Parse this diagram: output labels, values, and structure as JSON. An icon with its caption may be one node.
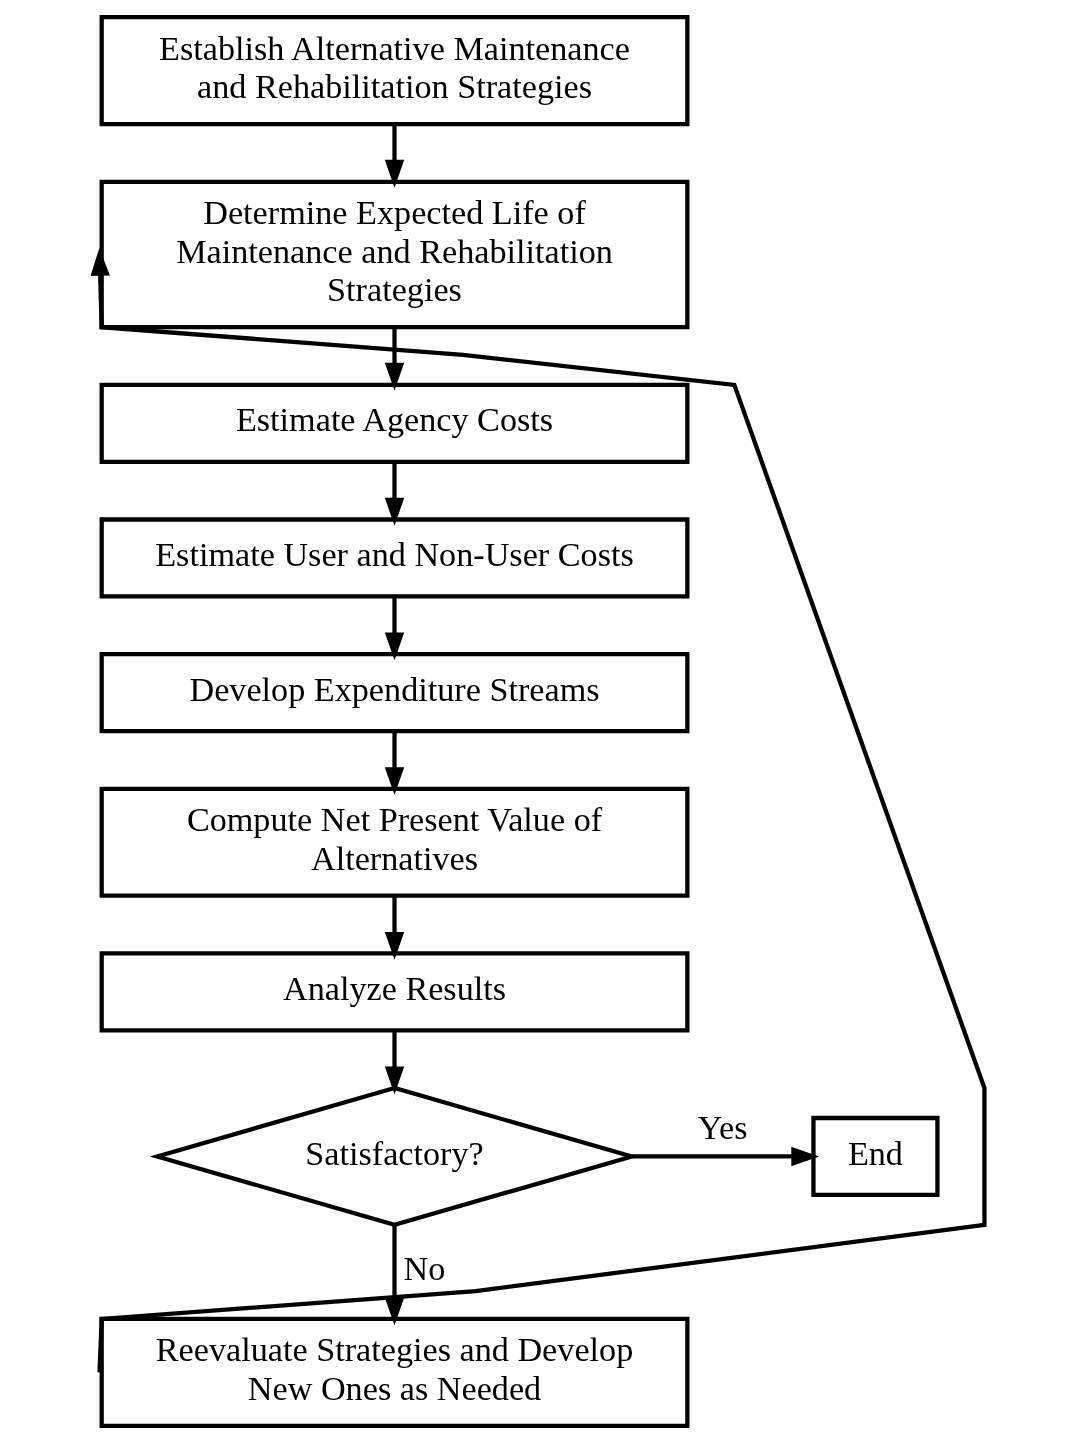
{
  "diagram": {
    "nodes": [
      {
        "text": [
          "Establish Alternative Maintenance and Rehabilitation Strategies"
        ]
      },
      {
        "text": [
          "Determine Expected Life of Maintenance and Rehabilitation Strategies"
        ]
      },
      {
        "text": [
          "Estimate Agency Costs"
        ]
      },
      {
        "text": [
          "Estimate User and Non-User Costs"
        ]
      },
      {
        "text": [
          "Develop Expenditure Streams"
        ]
      },
      {
        "text": [
          "Compute Net Present Value of Alternatives"
        ]
      },
      {
        "text": [
          "Analyze Results"
        ]
      },
      {
        "text": [
          "Satisfactory?"
        ]
      },
      {
        "text": [
          "End"
        ]
      },
      {
        "text": [
          "Reevaluate Strategies and Develop New Ones as Needed"
        ]
      }
    ],
    "edges": [
      {
        "from": 0,
        "to": 1,
        "arrow": "to"
      },
      {
        "from": 1,
        "to": 2,
        "arrow": "to"
      },
      {
        "from": 2,
        "to": 3,
        "arrow": "to"
      },
      {
        "from": 3,
        "to": 4,
        "arrow": "to"
      },
      {
        "from": 4,
        "to": 5,
        "arrow": "to"
      },
      {
        "from": 5,
        "to": 6,
        "arrow": "to"
      },
      {
        "from": 6,
        "to": 7,
        "arrow": "to"
      },
      {
        "from": 7,
        "to": 8,
        "label": "Yes",
        "arrow": "to"
      },
      {
        "from": 7,
        "to": 9,
        "label": "No",
        "arrow": "to"
      },
      {
        "from": 9,
        "to": 1,
        "arrow": "to"
      }
    ]
  }
}
